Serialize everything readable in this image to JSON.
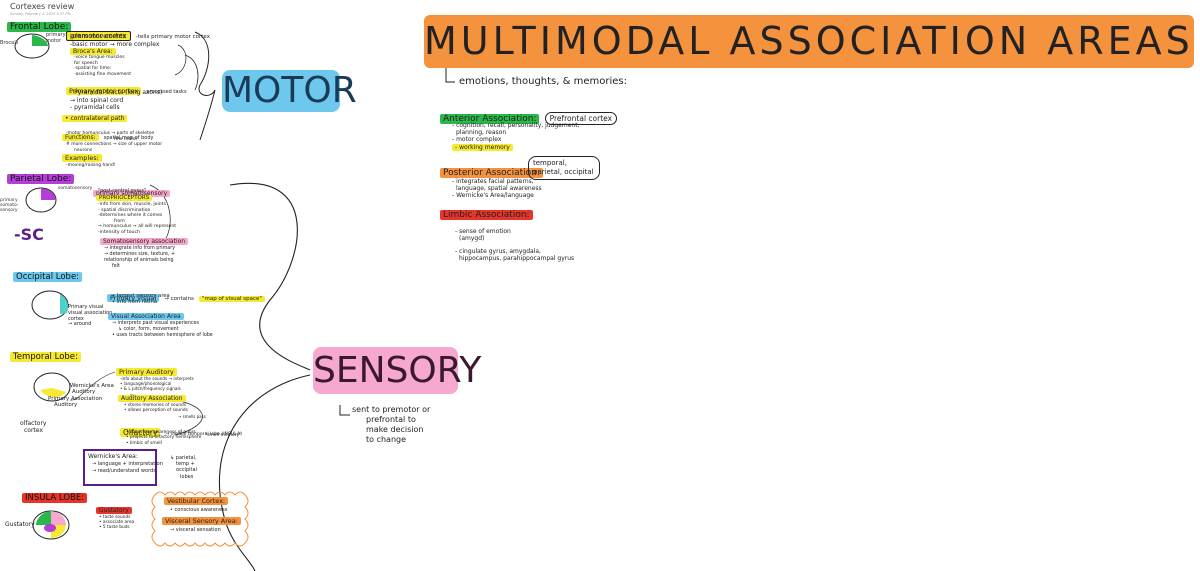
{
  "header": {
    "title": "Cortexes review",
    "timestamp": "Sunday, February 2, 2025      5:37 PM"
  },
  "colors": {
    "green": "#2bb84a",
    "yellow": "#f5e932",
    "purple": "#b33fd6",
    "light_blue": "#6ec8ee",
    "pink": "#f7a8cf",
    "orange": "#f5923e",
    "red": "#e5352b",
    "dark_purple": "#5b1f8a"
  },
  "frontal": {
    "title": "Frontal Lobe:",
    "brain_left": "Broca's",
    "brain_right": "primary motor",
    "premotor_title": "premotor cortex",
    "premotor_note": "-tells primary motor cortex",
    "premotor_lines": [
      "-plans movements",
      "-basic motor → more complex"
    ],
    "broca_title": "Broca's Area:",
    "broca_lines": [
      "-voice tongue muscles",
      "for speech",
      "-spatial for time:",
      "-assisting fine movement"
    ],
    "primary_title": "Primary motor cortex",
    "primary_note": "processed tasks",
    "primary_lines": [
      "- Pyramidal tracts (long axons)",
      "→ into spinal cord",
      "- pyramidal cells"
    ],
    "contralateral": "• contralateral path",
    "functions_label": "Functions:",
    "functions_text": "spatial map of body",
    "functions_lines": [
      "-motor homunculus → parts of skeleton",
      "fine motor",
      "# more connections → size of upper motor",
      "neurons"
    ],
    "examples_label": "Examples:",
    "examples_text": "-moving/raising hand!"
  },
  "motor": {
    "label": "MOTOR"
  },
  "parietal": {
    "title": "Parietal Lobe:",
    "brain_label": "somatosensory",
    "brain_left": "primary somato- sensory",
    "sc": "-SC",
    "primary_title": "primary somatosensory",
    "primary_note": "\"post-central gyrus\"",
    "proprio": "PROPRIOCEPTORS",
    "primary_lines": [
      "-info from skin, muscle, joints",
      "- spatial discrimination",
      "-determines where it comes",
      "from",
      "→ homunculus → all will represent",
      "-intensity of touch"
    ],
    "assoc_title": "Somatosensory association",
    "assoc_lines": [
      "→ integrate info from primary",
      "→ determines size, texture, +",
      "relationship of animals being",
      "felt"
    ]
  },
  "occipital": {
    "title": "Occipital Lobe:",
    "brain_lines": [
      "Primary visual",
      "visual association",
      "cortex",
      "→ around"
    ],
    "primary_title": "Primary visual",
    "primary_note": "→ contains",
    "map_label": "\"map of visual space\"",
    "primary_lines": [
      "• largest sensory area",
      "• info from retina"
    ],
    "assoc_title": "Visual Association Area",
    "assoc_lines": [
      "→ interprets past visual experiences",
      "↳ color, form, movement",
      "• uses tracts between hemisphere of lobe"
    ]
  },
  "temporal": {
    "title": "Temporal Lobe:",
    "brain_lines": [
      "Wernicke's Area",
      "Auditory",
      "Primary Association",
      "Auditory",
      "olfactory",
      "cortex"
    ],
    "aud_title": "Primary Auditory",
    "aud_lines": [
      "-info about the sounds → interprets",
      "• language/phonological",
      "• & L pitch/frequency signals"
    ],
    "aud_assoc": "Auditory Association",
    "aud_assoc_lines": [
      "• stores memories of sounds",
      "• allows perception of sounds"
    ],
    "olf_title": "Olfactory",
    "olf_note": "→ medial temporal lobe (INSULA)",
    "olf_small": "→ smells pass",
    "olf_lines": [
      "• conscious awareness of odors",
      "• projects to olfactory hemisphere",
      "• limbic of smell"
    ],
    "smell_memory": "\"smell memory\"",
    "wern_title": "Wernicke's Area:",
    "wern_lines": [
      "→ language + interpretation",
      "→ read/understand words"
    ],
    "wern_side": [
      "↳ parietal,",
      "temp +",
      "occipital",
      "lobes"
    ]
  },
  "insula": {
    "title": "INSULA LOBE:",
    "brain_label": "Gustatory",
    "gust_title": "Gustatory",
    "gust_lines": [
      "• taste sounds",
      "• associate area",
      "• 5 taste buds"
    ],
    "vest_title": "Vestibular Cortex:",
    "vest_text": "• conscious awareness",
    "visc_title": "Visceral Sensory Area:",
    "visc_text": "→ visceral sensation"
  },
  "sensory": {
    "label": "SENSORY",
    "note_lines": [
      "sent to premotor or",
      "prefrontal to",
      "make decision",
      "to change"
    ]
  },
  "multimodal": {
    "title": "MULTIMODAL ASSOCIATION AREAS:",
    "subtitle": "emotions, thoughts, & memories:",
    "anterior_title": "Anterior Association:",
    "anterior_box": "Prefrontal cortex",
    "anterior_lines": [
      "- cognition, recall, personality, judgement,",
      "planning, reason",
      "- motor complex"
    ],
    "working": "- working memory",
    "posterior_title": "Posterior Association:",
    "posterior_box": "temporal, parietal, occipital",
    "posterior_lines": [
      "- integrates facial patterns,",
      "language, spatial awareness",
      "- Wernicke's Area/language"
    ],
    "limbic_title": "Limbic Association:",
    "limbic_lines": [
      "- sense of emotion",
      "(amygd)",
      "- cingulate gyrus, amygdala,",
      "hippocampus, parahippocampal gyrus"
    ]
  }
}
